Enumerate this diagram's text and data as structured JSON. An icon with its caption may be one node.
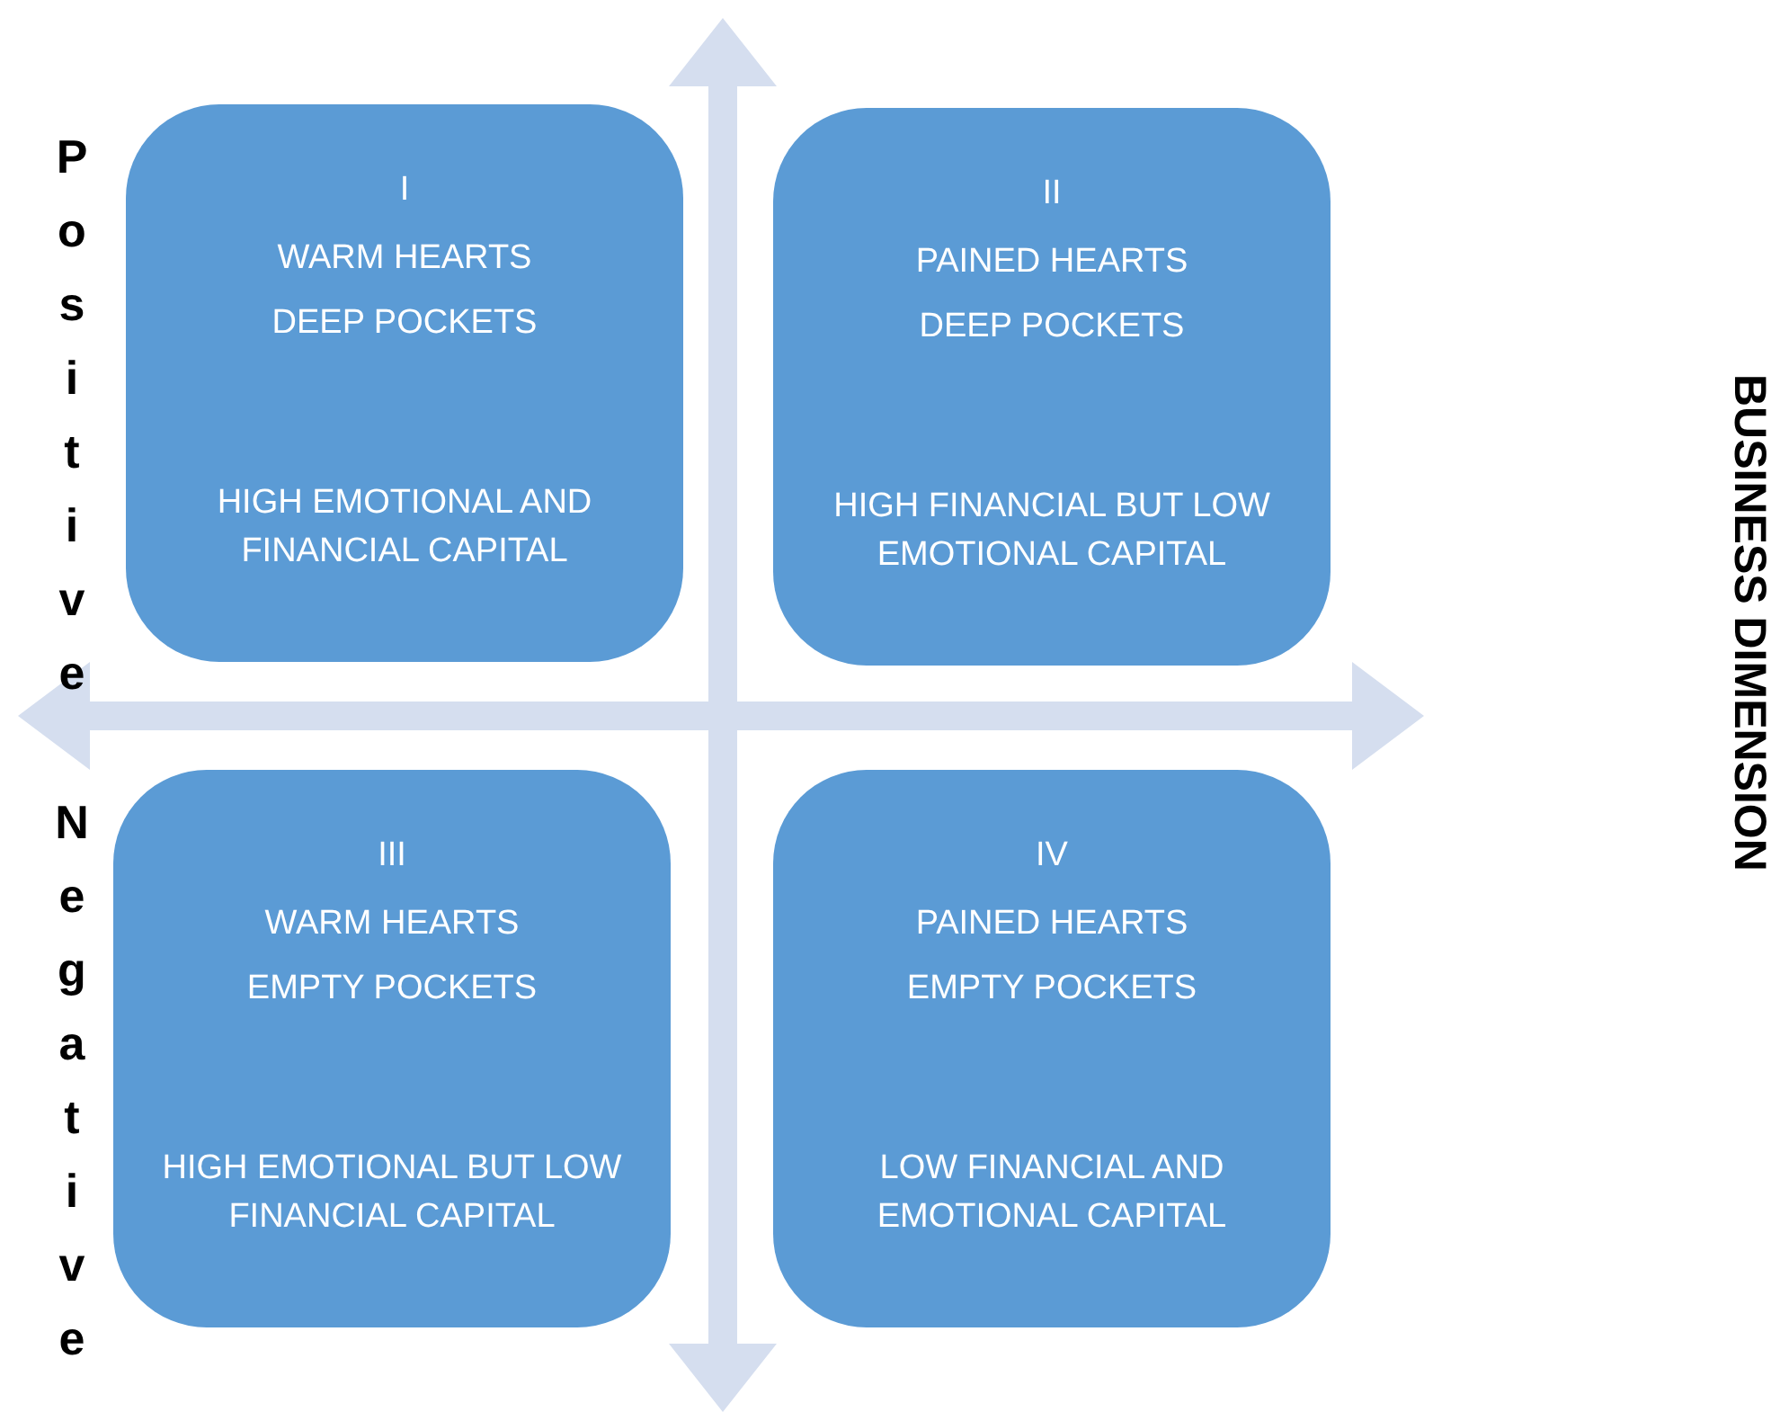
{
  "diagram": {
    "nodes": [
      {
        "text": [
          "I",
          "WARM HEARTS",
          "DEEP POCKETS",
          "HIGH EMOTIONAL AND FINANCIAL CAPITAL"
        ]
      },
      {
        "text": [
          "II",
          "PAINED HEARTS",
          "DEEP POCKETS",
          "HIGH FINANCIAL BUT LOW EMOTIONAL CAPITAL"
        ]
      },
      {
        "text": [
          "III",
          "WARM HEARTS",
          "EMPTY POCKETS",
          "HIGH EMOTIONAL BUT LOW FINANCIAL CAPITAL"
        ]
      },
      {
        "text": [
          "IV",
          "PAINED HEARTS",
          "EMPTY POCKETS",
          "LOW FINANCIAL AND EMOTIONAL CAPITAL"
        ]
      }
    ],
    "edges": [],
    "labels": [
      "Positive",
      "Negative",
      "BUSINESS DIMENSION"
    ]
  }
}
